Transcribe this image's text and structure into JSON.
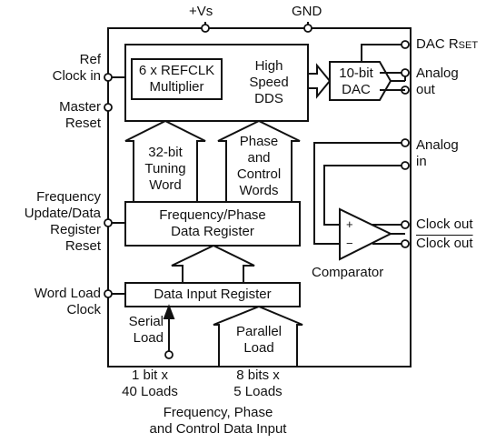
{
  "pins_top": {
    "vs": "+Vs",
    "gnd": "GND"
  },
  "pins_left": {
    "ref_clock": [
      "Ref",
      "Clock in"
    ],
    "master_reset": [
      "Master",
      "Reset"
    ],
    "freq_update": [
      "Frequency",
      "Update/Data",
      "Register",
      "Reset"
    ],
    "word_load": [
      "Word Load",
      "Clock"
    ]
  },
  "pins_right": {
    "dac_rset": {
      "main": "DAC R",
      "sub": "SET"
    },
    "analog_out": [
      "Analog",
      "out"
    ],
    "analog_in": [
      "Analog",
      "in"
    ],
    "clock_out": "Clock out",
    "clock_out_bar": "Clock out"
  },
  "blocks": {
    "multiplier": [
      "6 x REFCLK",
      "Multiplier"
    ],
    "dds": [
      "High",
      "Speed",
      "DDS"
    ],
    "dac": [
      "10-bit",
      "DAC"
    ],
    "tuning": [
      "32-bit",
      "Tuning",
      "Word"
    ],
    "phase": [
      "Phase",
      "and",
      "Control",
      "Words"
    ],
    "freq_reg": [
      "Frequency/Phase",
      "Data Register"
    ],
    "input_reg": "Data Input Register",
    "serial": [
      "Serial",
      "Load"
    ],
    "parallel": [
      "Parallel",
      "Load"
    ],
    "comparator": "Comparator",
    "comp_plus": "+",
    "comp_minus": "−"
  },
  "bottom": {
    "serial_bits": [
      "1 bit x",
      "40 Loads"
    ],
    "parallel_bits": [
      "8 bits x",
      "5 Loads"
    ],
    "caption": [
      "Frequency, Phase",
      "and Control Data Input"
    ]
  }
}
